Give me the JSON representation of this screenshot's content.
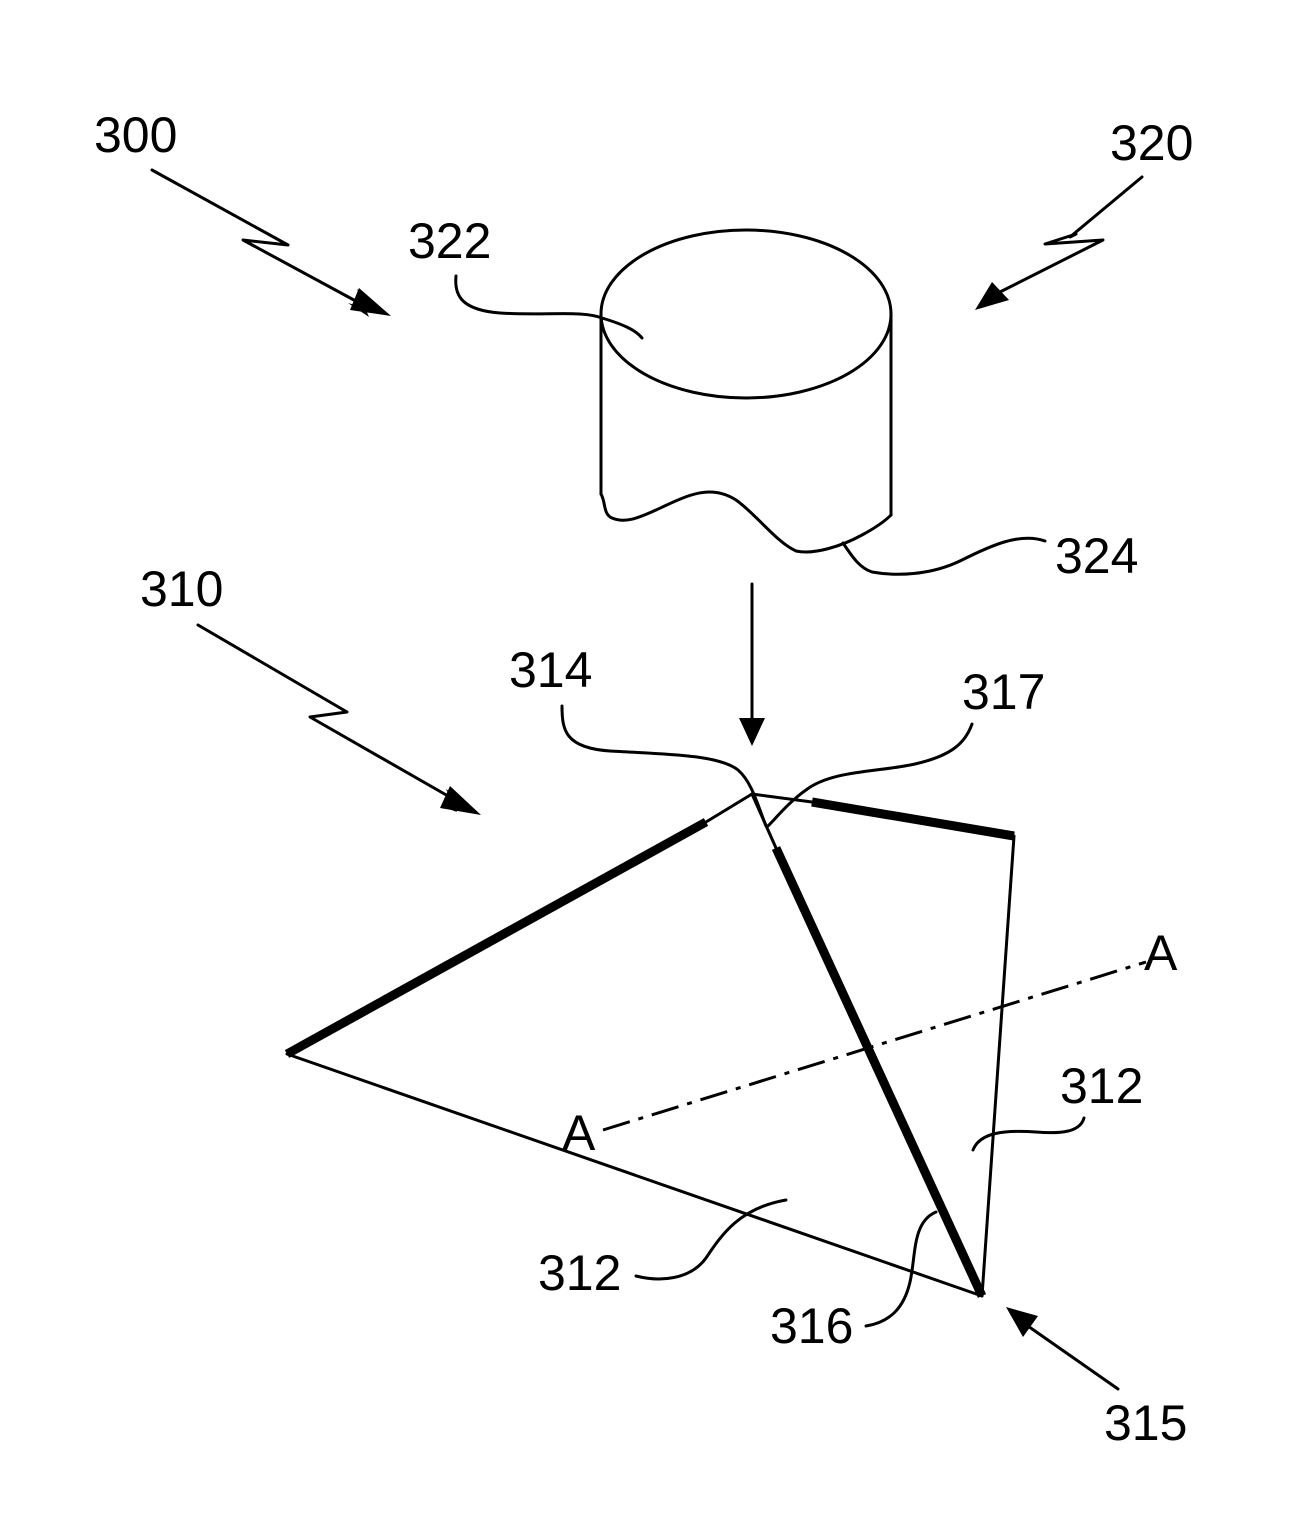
{
  "labels": {
    "ref_300": "300",
    "ref_320": "320",
    "ref_322": "322",
    "ref_324": "324",
    "ref_310": "310",
    "ref_314": "314",
    "ref_317": "317",
    "axis_a_upper": "A",
    "axis_a_lower": "A",
    "ref_312_right": "312",
    "ref_312_left": "312",
    "ref_316": "316",
    "ref_315": "315"
  },
  "colors": {
    "ink": "#000000",
    "background": "#ffffff"
  }
}
